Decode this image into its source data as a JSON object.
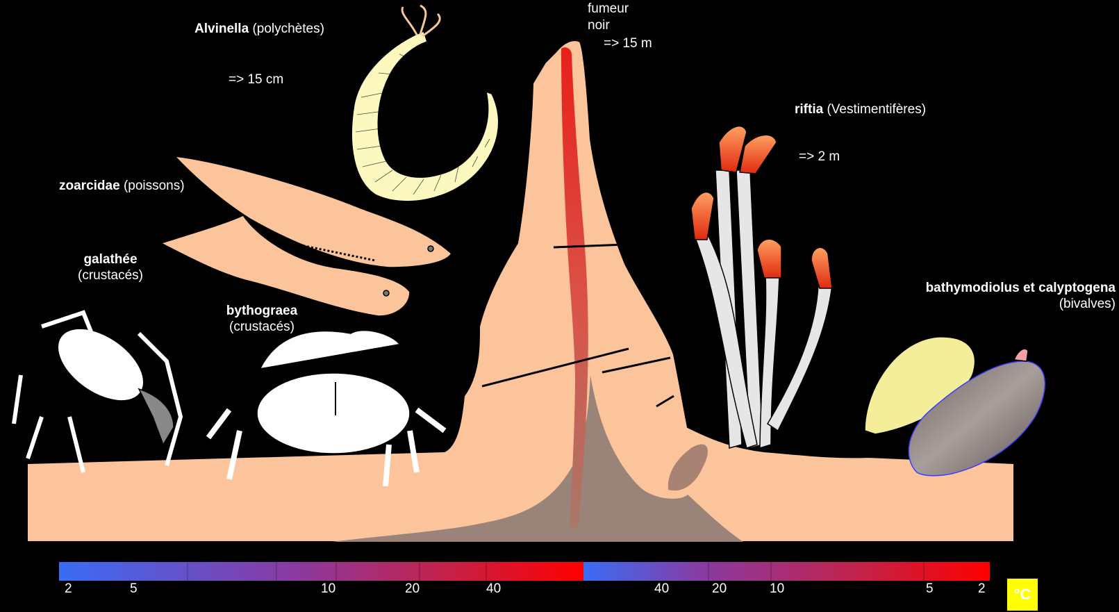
{
  "labels": {
    "alvinella": {
      "name": "Alvinella",
      "group": "(polychètes)",
      "size": "=> 15 cm"
    },
    "fumeur": {
      "line1": "fumeur",
      "line2": "noir",
      "size": "=> 15 m"
    },
    "riftia": {
      "name": "riftia",
      "group": "(Vestimentifères)",
      "size": "=> 2 m"
    },
    "zoarcidae": {
      "name": "zoarcidae",
      "group": "(poissons)"
    },
    "galathee": {
      "name": "galathée",
      "group": "(crustacés)"
    },
    "bythograea": {
      "name": "bythograea",
      "group": "(crustacés)"
    },
    "bivalves": {
      "name": "bathymodiolus et calyptogena",
      "group": "(bivalves)"
    }
  },
  "temperature_scale": {
    "ticks_left": [
      "2",
      "5",
      "10",
      "20",
      "40"
    ],
    "ticks_right": [
      "40",
      "20",
      "10",
      "5",
      "2"
    ],
    "unit": "°C",
    "colors": {
      "cold": "#3a6cf5",
      "hot": "#ff0000"
    }
  },
  "colors": {
    "seafloor": "#fcc49a",
    "smoke_channel": "#d9322b",
    "fluid_zone": "#9a8378",
    "riftia_plume": "#e8401c",
    "worm": "#fcf8c0",
    "mussel": "#f4ee9a",
    "clam": "#8a7a78"
  }
}
